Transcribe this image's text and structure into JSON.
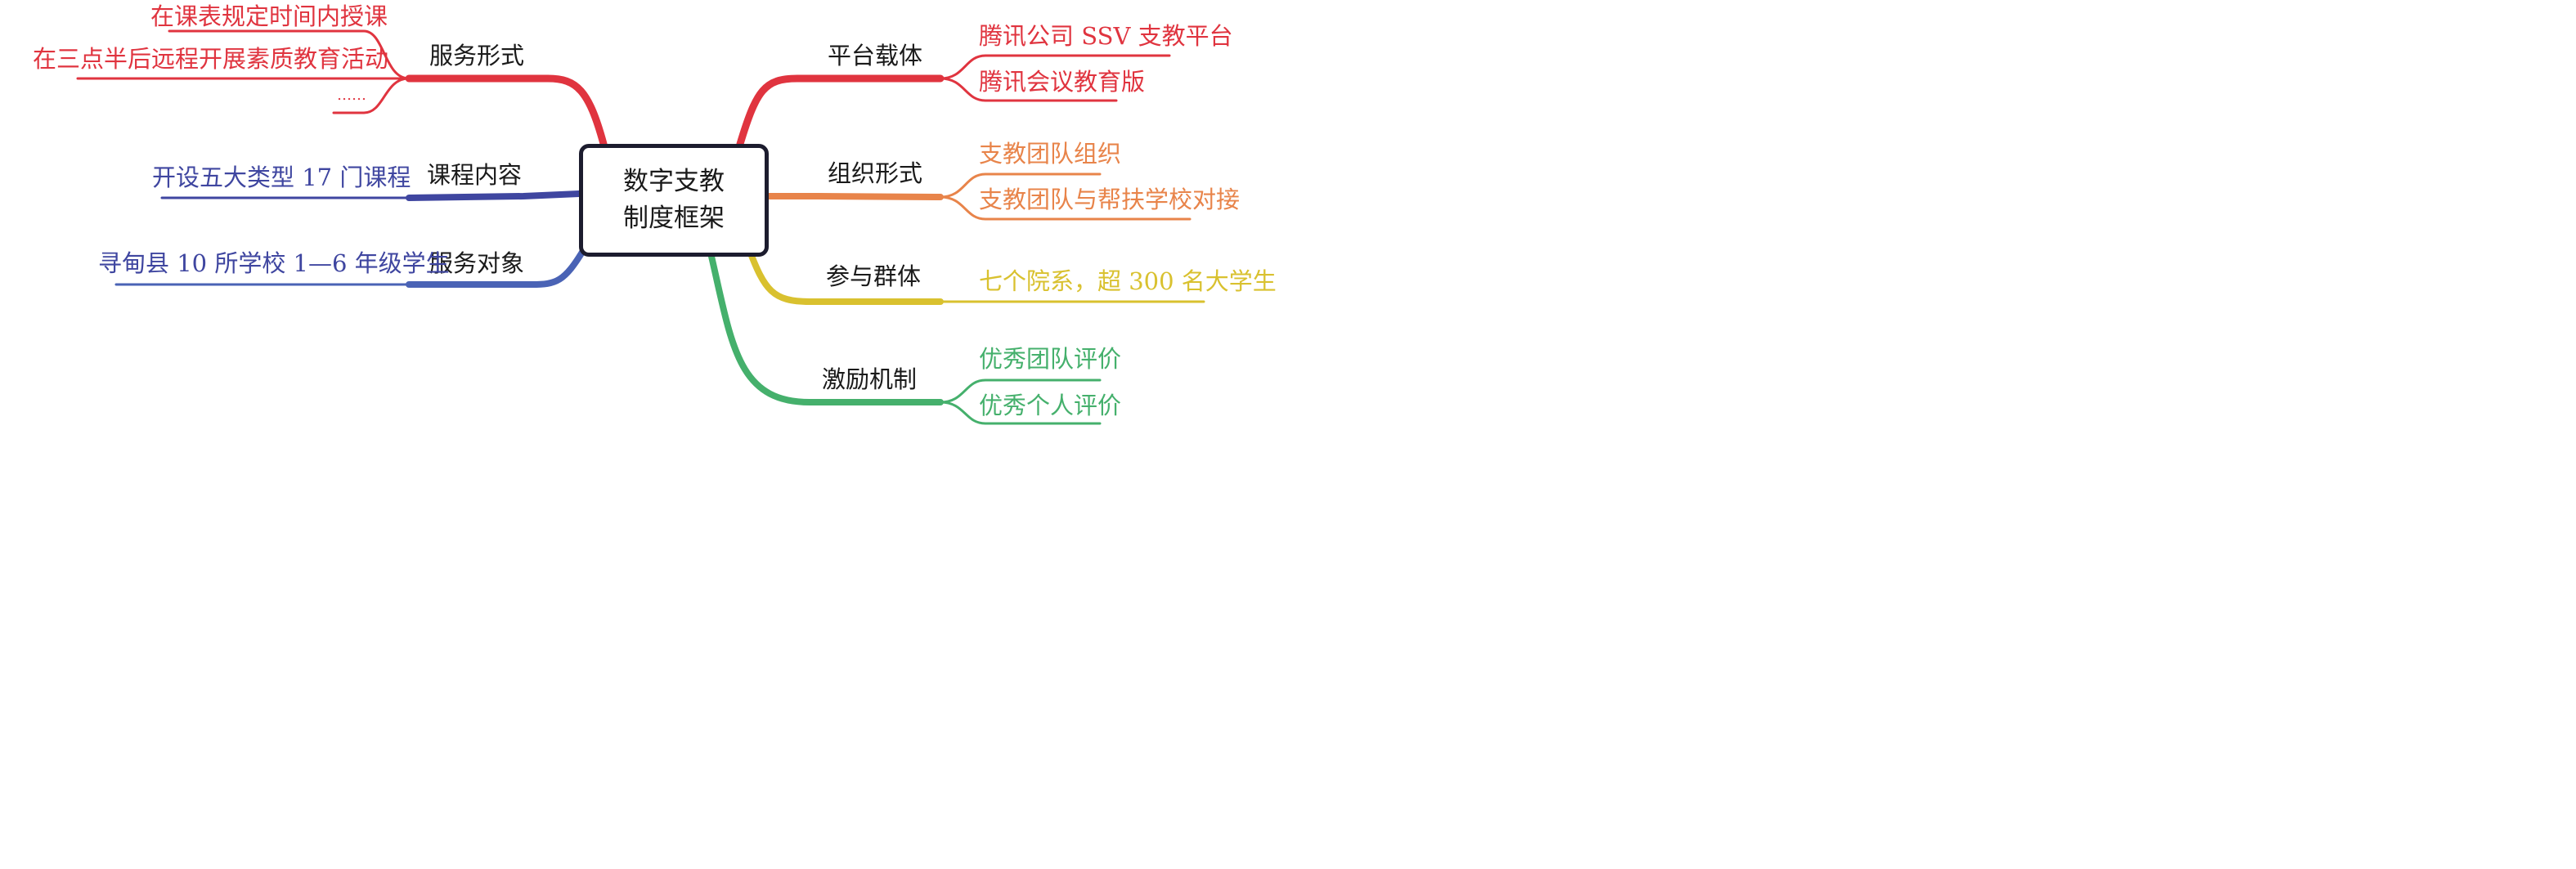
{
  "center": {
    "line1": "数字支教",
    "line2": "制度框架"
  },
  "colors": {
    "red": "#e0343f",
    "blue": "#3f46a0",
    "blue2": "#4a63b5",
    "orange": "#e8844a",
    "yellow": "#d9c12f",
    "green": "#45b06c"
  },
  "left": [
    {
      "label": "服务形式",
      "items": [
        "在课表规定时间内授课",
        "在三点半后远程开展素质教育活动",
        "……"
      ]
    },
    {
      "label": "课程内容",
      "items": [
        "开设五大类型 17 门课程"
      ]
    },
    {
      "label": "服务对象",
      "items": [
        "寻甸县 10 所学校 1—6 年级学生"
      ]
    }
  ],
  "right": [
    {
      "label": "平台载体",
      "items": [
        "腾讯公司 SSV 支教平台",
        "腾讯会议教育版"
      ]
    },
    {
      "label": "组织形式",
      "items": [
        "支教团队组织",
        "支教团队与帮扶学校对接"
      ]
    },
    {
      "label": "参与群体",
      "items": [
        "七个院系，超 300 名大学生"
      ]
    },
    {
      "label": "激励机制",
      "items": [
        "优秀团队评价",
        "优秀个人评价"
      ]
    }
  ]
}
